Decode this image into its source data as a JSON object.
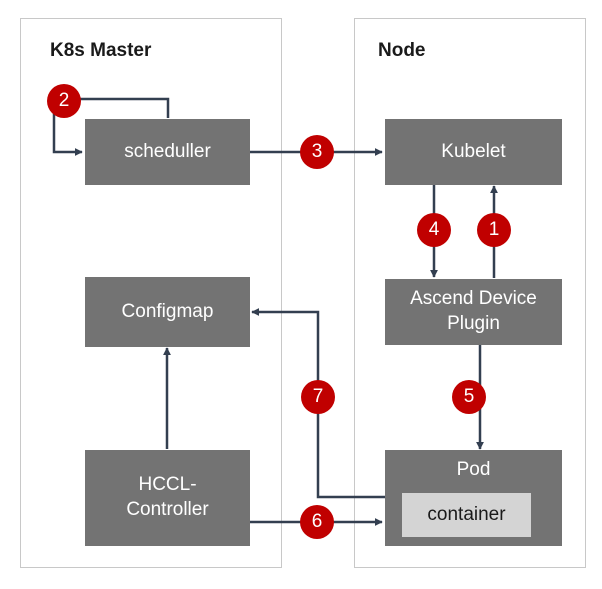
{
  "panels": {
    "master_title": "K8s Master",
    "node_title": "Node"
  },
  "boxes": {
    "scheduler": "scheduller",
    "configmap": "Configmap",
    "hccl_controller": "HCCL-\nController",
    "kubelet": "Kubelet",
    "ascend_device_plugin": "Ascend Device\nPlugin",
    "pod": "Pod",
    "container": "container"
  },
  "steps": [
    "1",
    "2",
    "3",
    "4",
    "5",
    "6",
    "7"
  ],
  "colors": {
    "box": "#737373",
    "inner_box": "#d4d4d4",
    "badge": "#c00000",
    "arrow": "#333f50",
    "panel_border": "#c8c8c8"
  }
}
